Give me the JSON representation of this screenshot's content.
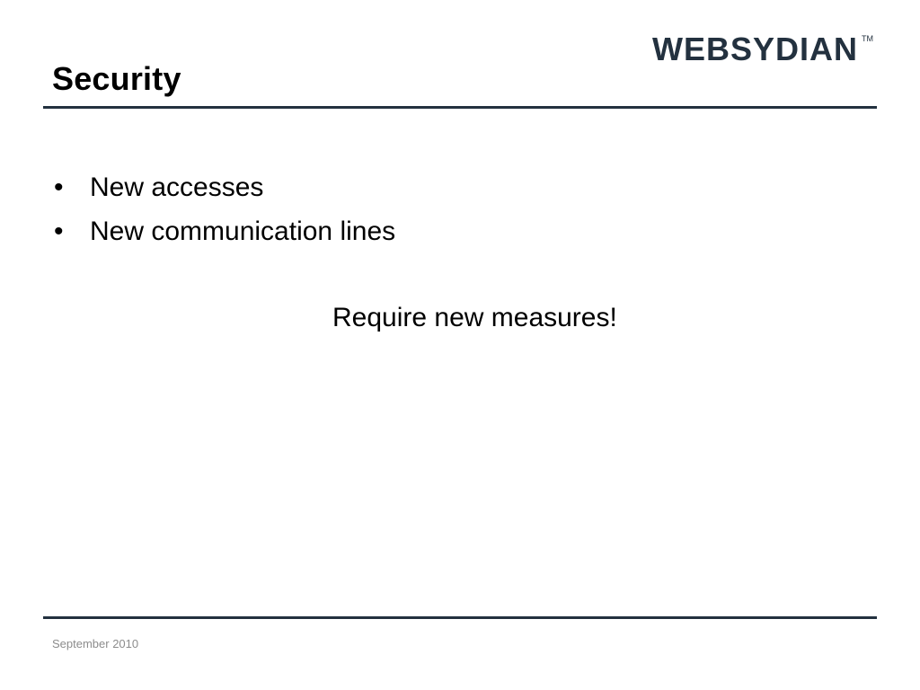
{
  "slide": {
    "title": "Security",
    "bullets": [
      "New accesses",
      "New communication lines"
    ],
    "callout": "Require new measures!",
    "footer_date": "September 2010"
  },
  "logo": {
    "text": "WEBSYDIAN",
    "trademark": "TM",
    "color": "#23313f"
  }
}
